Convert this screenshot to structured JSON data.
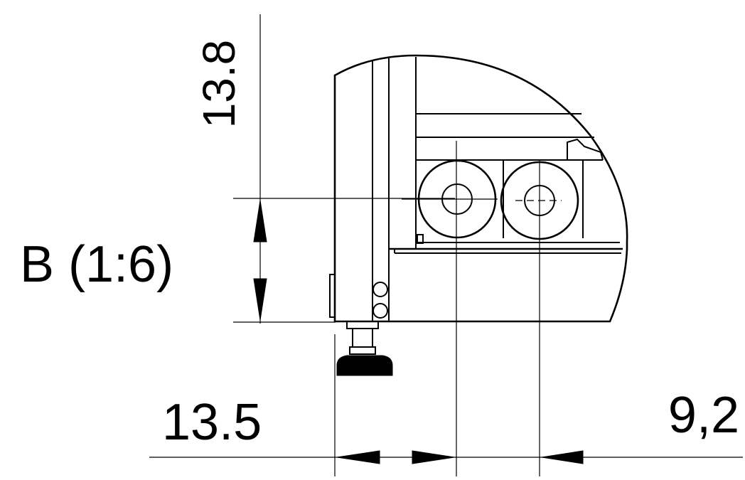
{
  "drawing": {
    "view_label": "B (1:6)",
    "dimensions": {
      "vertical": "13.8",
      "horizontal_left": "13.5",
      "horizontal_right": "9,2"
    }
  },
  "colors": {
    "line": "#000000",
    "background": "#ffffff"
  }
}
